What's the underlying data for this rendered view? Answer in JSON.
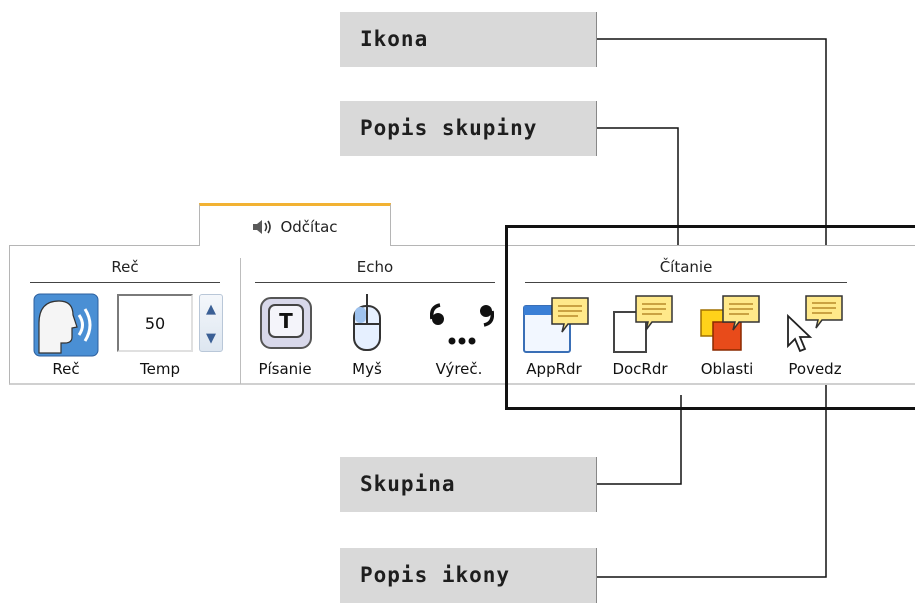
{
  "callouts": {
    "icon": "Ikona",
    "group_description": "Popis skupiny",
    "group": "Skupina",
    "icon_description": "Popis ikony"
  },
  "tab": {
    "label": "Odčítac",
    "icon": "speaker-icon"
  },
  "groups": {
    "speech": {
      "title": "Reč",
      "items": [
        {
          "label": "Reč",
          "icon": "speaking-head-icon"
        },
        {
          "label": "Temp",
          "value": "50",
          "icon": "spinner-icon"
        }
      ]
    },
    "echo": {
      "title": "Echo",
      "items": [
        {
          "label": "Písanie",
          "icon": "key-t-icon"
        },
        {
          "label": "Myš",
          "icon": "mouse-icon"
        },
        {
          "label": "Výreč.",
          "icon": "quote-ellipsis-icon"
        }
      ]
    },
    "reading": {
      "title": "Čítanie",
      "items": [
        {
          "label": "AppRdr",
          "icon": "app-window-speech-icon"
        },
        {
          "label": "DocRdr",
          "icon": "document-speech-icon"
        },
        {
          "label": "Oblasti",
          "icon": "regions-speech-icon"
        },
        {
          "label": "Povedz",
          "icon": "cursor-speech-icon"
        }
      ]
    }
  },
  "colors": {
    "callout_bg": "#d9d9d9",
    "tab_accent": "#f2b233",
    "frame": "#111111"
  }
}
